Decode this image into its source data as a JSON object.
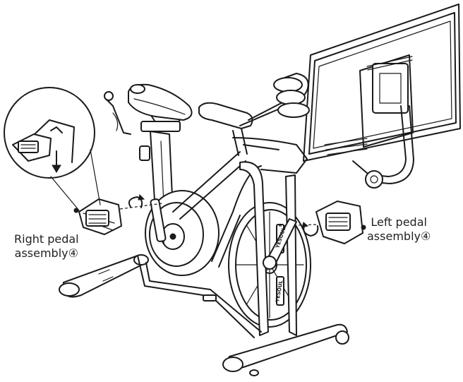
{
  "labels": {
    "right_pedal_line1": "Right pedal",
    "right_pedal_line2": "assembly④",
    "left_pedal_line1": "Left pedal",
    "left_pedal_line2": "assembly④"
  },
  "brand_marks": [
    "YESOUL",
    "YESOUL"
  ],
  "colors": {
    "ink": "#1a1a1a",
    "paper": "#ffffff"
  }
}
